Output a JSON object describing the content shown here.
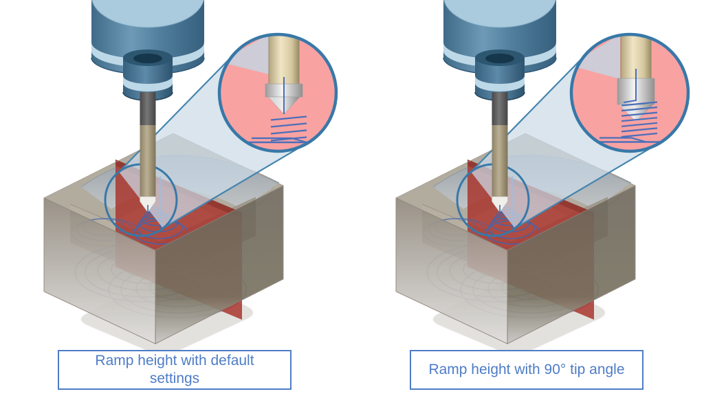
{
  "figure": {
    "type": "cam-documentation-illustration",
    "subject": "Helical ramp entry height of a milling tool, compared for two tool tip angles",
    "panels": [
      {
        "id": "default-settings",
        "caption": "Ramp height with default settings",
        "magnifier_content": "sharp conical tool tip with short helical ramp toolpath above stock surface line"
      },
      {
        "id": "90-degree-tip-angle",
        "caption": "Ramp height with 90° tip angle",
        "magnifier_content": "90° conical tool tip with tall helical ramp toolpath reaching stock surface line"
      }
    ],
    "colors": {
      "accent_blue": "#4d7cc7",
      "callout_stroke": "#3878a8",
      "magnifier_fill": "#f9a2a2",
      "cone_tint": "#ccdbe7",
      "section_red": "#a93a31",
      "toolpath_blue": "#4a6fb5",
      "spindle_blue": "#527f9e",
      "spindle_light": "#aacbdd",
      "tool_shank_tan": "#b0a489",
      "tool_tip_white": "#f0efec",
      "stock_gray": "#9a9389",
      "background": "#ffffff"
    }
  },
  "panels": [
    {
      "caption": "Ramp height with default settings"
    },
    {
      "caption": "Ramp height with 90° tip angle"
    }
  ]
}
